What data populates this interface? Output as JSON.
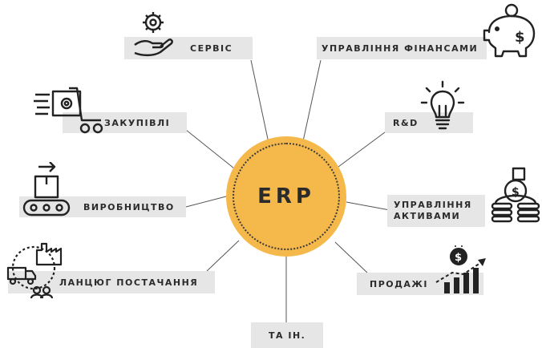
{
  "center": {
    "label": "ERP"
  },
  "nodes": {
    "service": "СЕРВІС",
    "finance": "УПРАВЛІННЯ ФІНАНСАМИ",
    "purchasing": "ЗАКУПІВЛІ",
    "rnd": "R&D",
    "production": "ВИРОБНИЦТВО",
    "assets_line1": "УПРАВЛІННЯ",
    "assets_line2": "АКТИВАМИ",
    "supply_chain": "ЛАНЦЮГ ПОСТАЧАННЯ",
    "sales": "ПРОДАЖІ",
    "other": "ТА ІН."
  },
  "colors": {
    "hub": "#f5b84a",
    "label_bg": "#e6e6e6",
    "text": "#2b2b2b",
    "line": "#555555"
  },
  "icons": {
    "service": "gear-hand-icon",
    "finance": "piggy-bank-icon",
    "purchasing": "shopping-cart-icon",
    "rnd": "light-bulb-icon",
    "production": "conveyor-box-icon",
    "assets": "coins-money-icon",
    "supply_chain": "truck-factory-icon",
    "sales": "growth-chart-icon"
  }
}
